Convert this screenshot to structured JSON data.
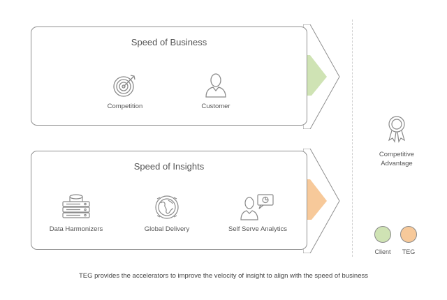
{
  "business": {
    "title": "Speed of Business",
    "items": [
      {
        "label": "Competition",
        "icon": "target-icon"
      },
      {
        "label": "Customer",
        "icon": "person-icon"
      }
    ],
    "accent": "#cfe3b4"
  },
  "insights": {
    "title": "Speed of Insights",
    "items": [
      {
        "label": "Data Harmonizers",
        "icon": "server-stack-icon"
      },
      {
        "label": "Global Delivery",
        "icon": "globe-icon"
      },
      {
        "label": "Self Serve Analytics",
        "icon": "analytics-person-icon"
      }
    ],
    "accent": "#f7c99a"
  },
  "advantage": {
    "label_line1": "Competitive",
    "label_line2": "Advantage",
    "icon": "award-ribbon-icon"
  },
  "legend": [
    {
      "label": "Client",
      "color": "#cfe3b4"
    },
    {
      "label": "TEG",
      "color": "#f7c99a"
    }
  ],
  "caption": "TEG provides the accelerators to improve the velocity of insight to align with the speed of business"
}
